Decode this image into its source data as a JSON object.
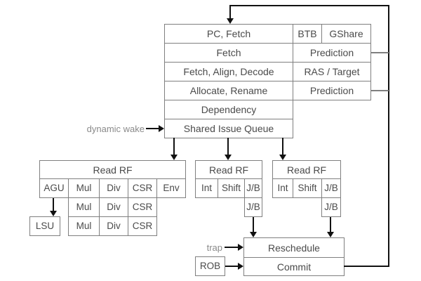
{
  "colors": {
    "background": "#ffffff",
    "box_border": "#7f7f7f",
    "box_text": "#4a4a4a",
    "free_label_text": "#8a8a8a",
    "flow_line": "#111111"
  },
  "pipeline": {
    "rows": [
      {
        "label": "PC, Fetch"
      },
      {
        "label": "Fetch"
      },
      {
        "label": "Fetch, Align, Decode"
      },
      {
        "label": "Allocate, Rename"
      },
      {
        "label": "Dependency"
      },
      {
        "label": "Shared Issue Queue"
      }
    ],
    "side": {
      "btb": "BTB",
      "gshare": "GShare",
      "prediction1": "Prediction",
      "ras_target": "RAS / Target",
      "prediction2": "Prediction"
    }
  },
  "labels": {
    "dynamic_wake": "dynamic wake",
    "trap": "trap"
  },
  "exec_left": {
    "header": "Read RF",
    "r1": [
      "AGU",
      "Mul",
      "Div",
      "CSR",
      "Env"
    ],
    "r2": [
      "Mul",
      "Div",
      "CSR"
    ],
    "r3": [
      "Mul",
      "Div",
      "CSR"
    ],
    "lsu": "LSU"
  },
  "exec_mid": {
    "header": "Read RF",
    "r1": [
      "Int",
      "Shift",
      "J/B"
    ],
    "r2": [
      "J/B"
    ]
  },
  "exec_right": {
    "header": "Read RF",
    "r1": [
      "Int",
      "Shift",
      "J/B"
    ],
    "r2": [
      "J/B"
    ]
  },
  "bottom": {
    "reschedule": "Reschedule",
    "commit": "Commit",
    "rob": "ROB"
  }
}
